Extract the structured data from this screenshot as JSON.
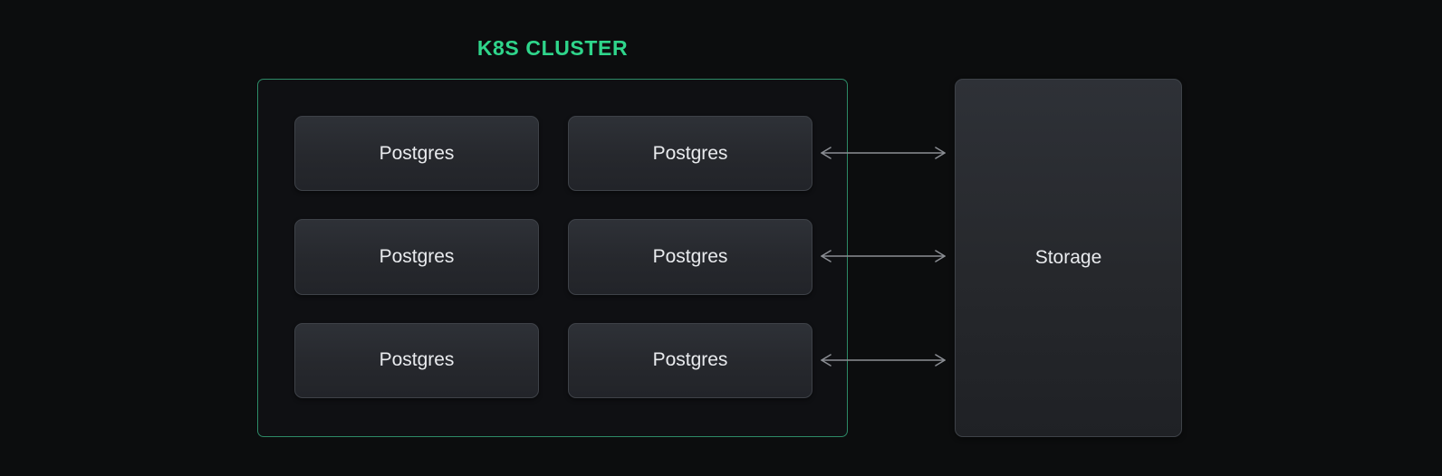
{
  "title": "K8S CLUSTER",
  "cluster": {
    "nodes": [
      "Postgres",
      "Postgres",
      "Postgres",
      "Postgres",
      "Postgres",
      "Postgres"
    ]
  },
  "storage": {
    "label": "Storage"
  },
  "arrows": {
    "count": 3,
    "style": "double-headed",
    "meaning": "bidirectional link between right-column Postgres nodes and Storage"
  },
  "colors": {
    "background": "#0c0d0e",
    "accent_green": "#2fd58b",
    "cluster_border": "#2d8a66",
    "node_border": "#3e4248",
    "node_bg_top": "#2e3137",
    "node_bg_bottom": "#222429",
    "text": "#e9ebee",
    "arrow": "#8b8e94"
  }
}
